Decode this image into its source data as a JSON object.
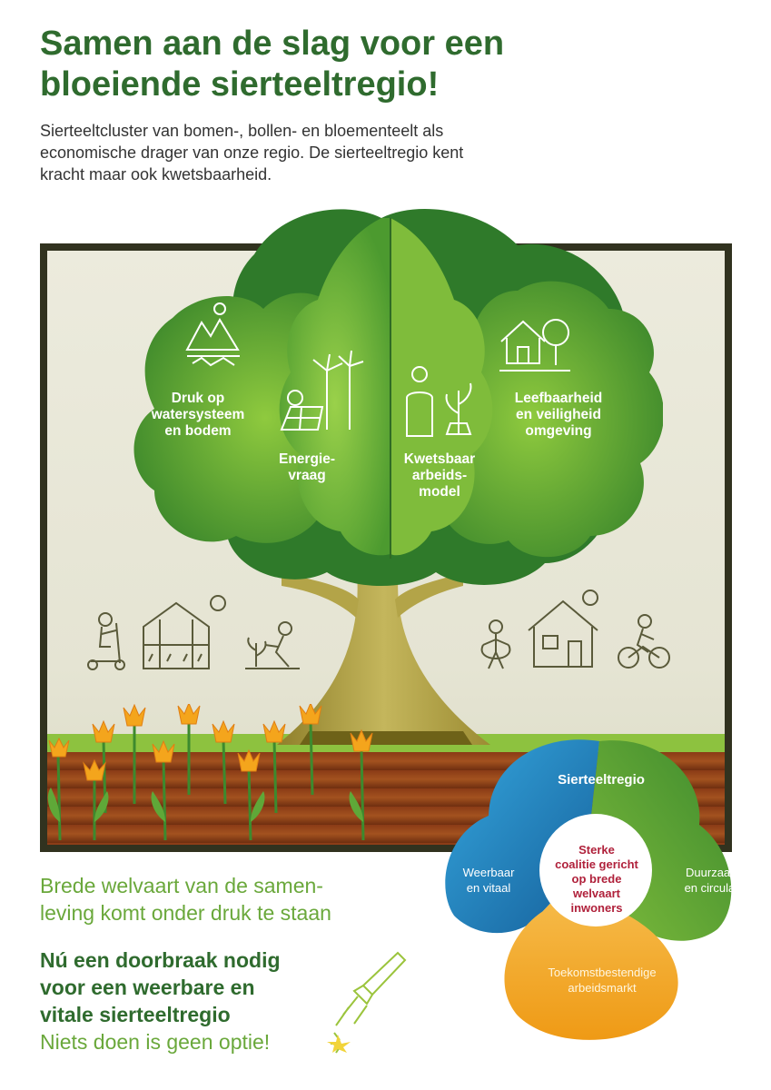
{
  "header": {
    "title": "Samen aan de slag voor een\nbloeiende sierteeltregio!",
    "intro": "Sierteeltcluster van bomen-, bollen- en bloementeelt als\neconomische drager van onze regio. De sierteeltregio kent\nkracht maar ook kwetsbaarheid."
  },
  "tree": {
    "branches": [
      {
        "label": "Druk op\nwatersysteem\nen bodem",
        "icon": "mountains-cracked-earth-icon"
      },
      {
        "label": "Energie-\nvraag",
        "icon": "wind-solar-icon"
      },
      {
        "label": "Kwetsbaar\narbeids-\nmodel",
        "icon": "worker-plant-icon"
      },
      {
        "label": "Leefbaarheid\nen veiligheid\nomgeving",
        "icon": "house-tree-icon"
      }
    ],
    "ground_icons_left": [
      "scooter-rider-icon",
      "greenhouse-icon",
      "gardener-icon"
    ],
    "ground_icons_right": [
      "jump-rope-icon",
      "house-icon",
      "cyclist-icon"
    ],
    "colors": {
      "leaf_dark": "#2f7a2a",
      "leaf_light": "#8cc63f",
      "trunk": "#a99b3a",
      "soil": "#8a3b16",
      "grass": "#8dc23f",
      "tulip": "#f4a51c"
    }
  },
  "cluster": {
    "title": "Sierteeltregio",
    "center": "Sterke\ncoalitie gericht\nop brede\nwelvaart\ninwoners",
    "left": "Weerbaar\nen vitaal",
    "right": "Duurzaam\nen circulair",
    "bottom": "Toekomstbestendige\narbeidsmarkt",
    "colors": {
      "blue": "#1f86c5",
      "green": "#3d8a2e",
      "orange": "#f2a21d",
      "center_text": "#b0213b"
    }
  },
  "footer": {
    "welvaart": "Brede welvaart van de samen-\nleving komt  onder druk te staan",
    "doorbraak": "Nú een doorbraak nodig\nvoor een weerbare en\nvitale sierteeltregio",
    "niets": "Niets doen is geen optie!",
    "icon": "firework-rocket-icon"
  }
}
